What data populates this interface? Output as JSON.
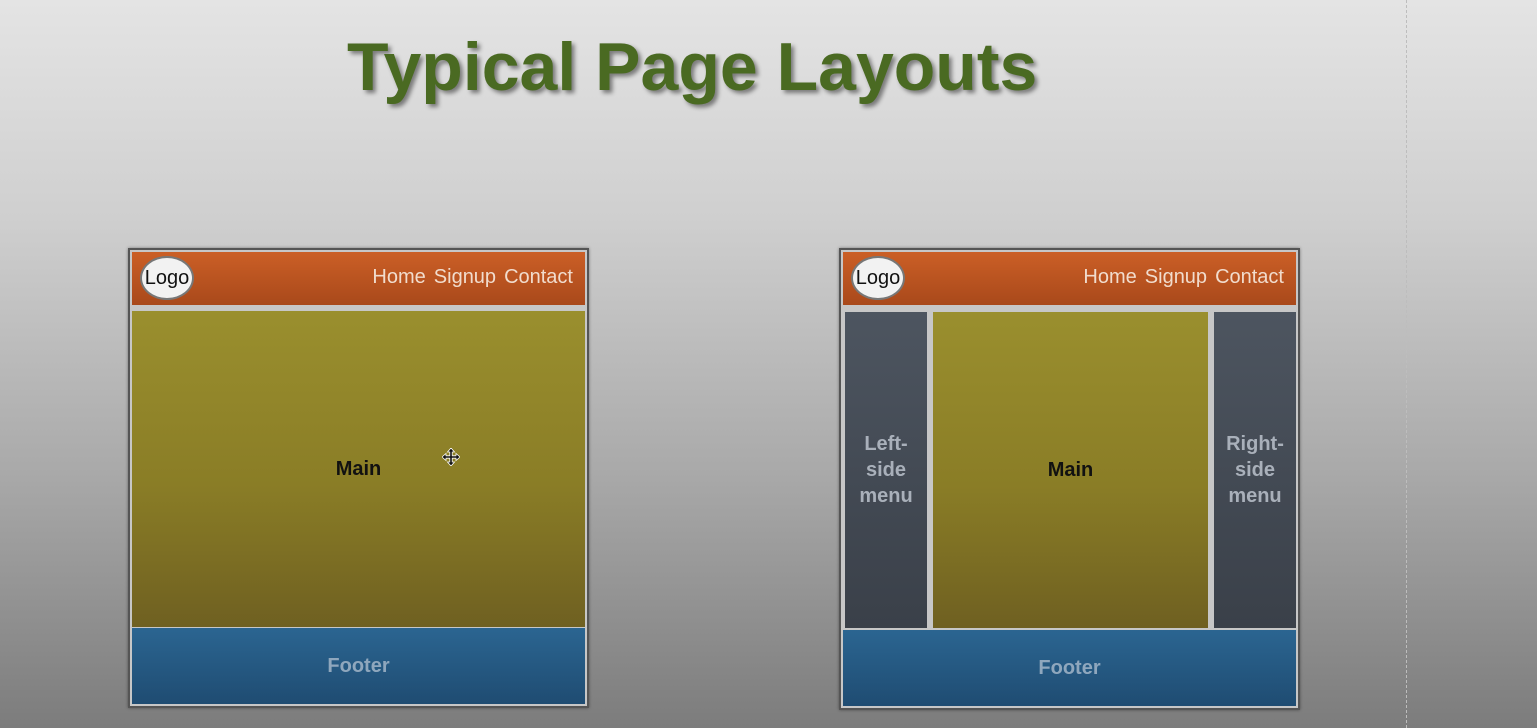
{
  "title": "Typical Page Layouts",
  "layouts": [
    {
      "logo": "Logo",
      "nav": [
        "Home",
        "Signup",
        "Contact"
      ],
      "main": "Main",
      "footer": "Footer"
    },
    {
      "logo": "Logo",
      "nav": [
        "Home",
        "Signup",
        "Contact"
      ],
      "left_menu": [
        "Left-",
        "side",
        "menu"
      ],
      "main": "Main",
      "right_menu": [
        "Right-",
        "side",
        "menu"
      ],
      "footer": "Footer"
    }
  ],
  "colors": {
    "title": "#4a6a22",
    "header": "#cb5f26",
    "main": "#8a7d26",
    "footer": "#2b6591",
    "side_menu": "#454c56"
  },
  "icons": {
    "cursor": "move-cursor-icon"
  }
}
